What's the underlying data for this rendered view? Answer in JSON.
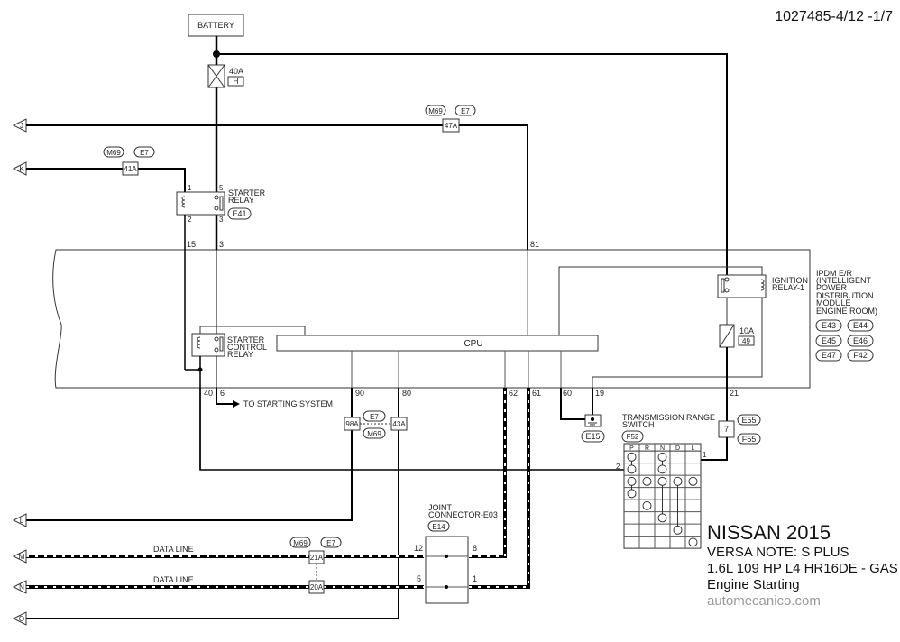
{
  "document_id": "1027485-4/12 -1/7",
  "title_block": {
    "make_year": "NISSAN 2015",
    "model": "VERSA NOTE: S PLUS",
    "engine": "1.6L 109 HP L4 HR16DE - GAS",
    "system": "Engine Starting",
    "source": "automecanico.com"
  },
  "components": {
    "battery": "BATTERY",
    "fuse_main": {
      "rating": "40A",
      "id": "H"
    },
    "starter_relay": {
      "label1": "STARTER",
      "label2": "RELAY",
      "connector": "E41",
      "pins": [
        "1",
        "5",
        "2",
        "3"
      ]
    },
    "starter_control_relay": {
      "label1": "STARTER",
      "label2": "CONTROL",
      "label3": "RELAY"
    },
    "cpu": "CPU",
    "ignition_relay": {
      "label1": "IGNITION",
      "label2": "RELAY-1"
    },
    "fuse_ign": {
      "rating": "10A",
      "id": "49"
    },
    "ipdm": {
      "lines": [
        "IPDM E/R",
        "(INTELLIGENT",
        "POWER",
        "DISTRIBUTION",
        "MODULE",
        "ENGINE ROOM)"
      ],
      "connectors": [
        "E43",
        "E44",
        "E45",
        "E46",
        "E47",
        "F42"
      ]
    },
    "to_starting_system": "TO STARTING SYSTEM",
    "transmission_switch": {
      "label1": "TRANSMISSION RANGE",
      "label2": "SWITCH",
      "connector": "F52",
      "positions": [
        "P",
        "R",
        "N",
        "D",
        "L"
      ],
      "pin_in": "2",
      "pin_out": "1"
    },
    "ground": {
      "connector": "E15"
    },
    "joint_connector": {
      "label1": "JOINT",
      "label2": "CONNECTOR-E03",
      "connector": "E14",
      "pins": [
        "12",
        "8",
        "5",
        "1"
      ]
    },
    "inline_7": {
      "pin": "7",
      "connectors": [
        "E55",
        "F55"
      ]
    }
  },
  "harness_connectors": {
    "c41a": {
      "pin": "41A",
      "tags": [
        "M69",
        "E7"
      ]
    },
    "c47a": {
      "pin": "47A",
      "tags": [
        "M69",
        "E7"
      ]
    },
    "c98a": {
      "pin": "98A"
    },
    "c43a": {
      "pin": "43A"
    },
    "c98_tags": [
      "E7",
      "M69"
    ],
    "c21a": {
      "pin": "21A",
      "tags": [
        "M69",
        "E7"
      ]
    },
    "c20a": {
      "pin": "20A"
    }
  },
  "ipdm_pins": [
    "15",
    "3",
    "81",
    "40",
    "6",
    "90",
    "80",
    "62",
    "61",
    "60",
    "19",
    "21"
  ],
  "off_page": [
    "J",
    "K",
    "L",
    "M",
    "N",
    "O"
  ],
  "data_line_label": "DATA LINE"
}
